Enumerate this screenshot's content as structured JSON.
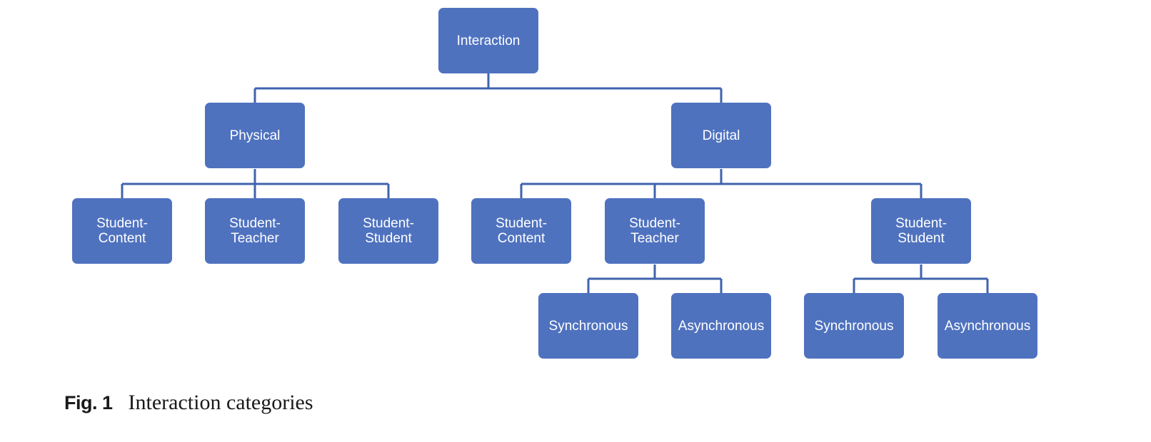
{
  "diagram": {
    "line_color": "#3f63ad",
    "box_color": "#4f72bf",
    "text_color": "#ffffff",
    "root": {
      "line1": "Interaction"
    },
    "physical": {
      "label": {
        "line1": "Physical"
      },
      "student_content": {
        "line1": "Student-",
        "line2": "Content"
      },
      "student_teacher": {
        "line1": "Student-",
        "line2": "Teacher"
      },
      "student_student": {
        "line1": "Student-",
        "line2": "Student"
      }
    },
    "digital": {
      "label": {
        "line1": "Digital"
      },
      "student_content": {
        "line1": "Student-",
        "line2": "Content"
      },
      "student_teacher": {
        "line1": "Student-",
        "line2": "Teacher",
        "synchronous": {
          "line1": "Synchronous"
        },
        "asynchronous": {
          "line1": "Asynchronous"
        }
      },
      "student_student": {
        "line1": "Student-",
        "line2": "Student",
        "synchronous": {
          "line1": "Synchronous"
        },
        "asynchronous": {
          "line1": "Asynchronous"
        }
      }
    }
  },
  "caption": {
    "label": "Fig. 1",
    "title": "Interaction categories"
  }
}
